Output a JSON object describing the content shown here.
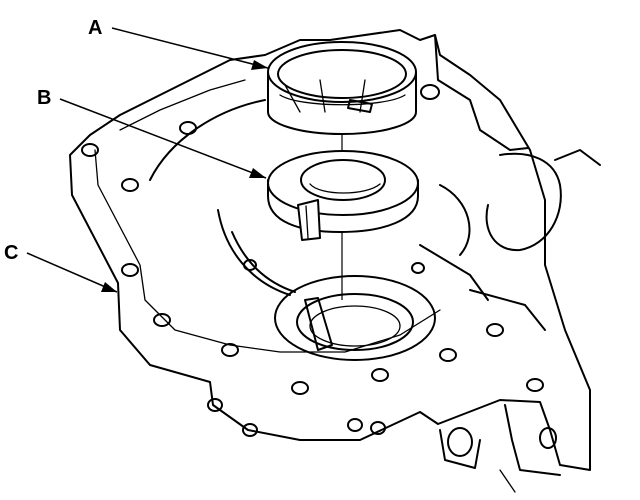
{
  "diagram": {
    "labels": {
      "a": "A",
      "b": "B",
      "c": "C"
    },
    "parts": {
      "a": "bearing-race-ring",
      "b": "shim-washer-with-tab",
      "c": "transmission-case-housing"
    },
    "colors": {
      "line": "#000000",
      "background": "#ffffff"
    }
  }
}
